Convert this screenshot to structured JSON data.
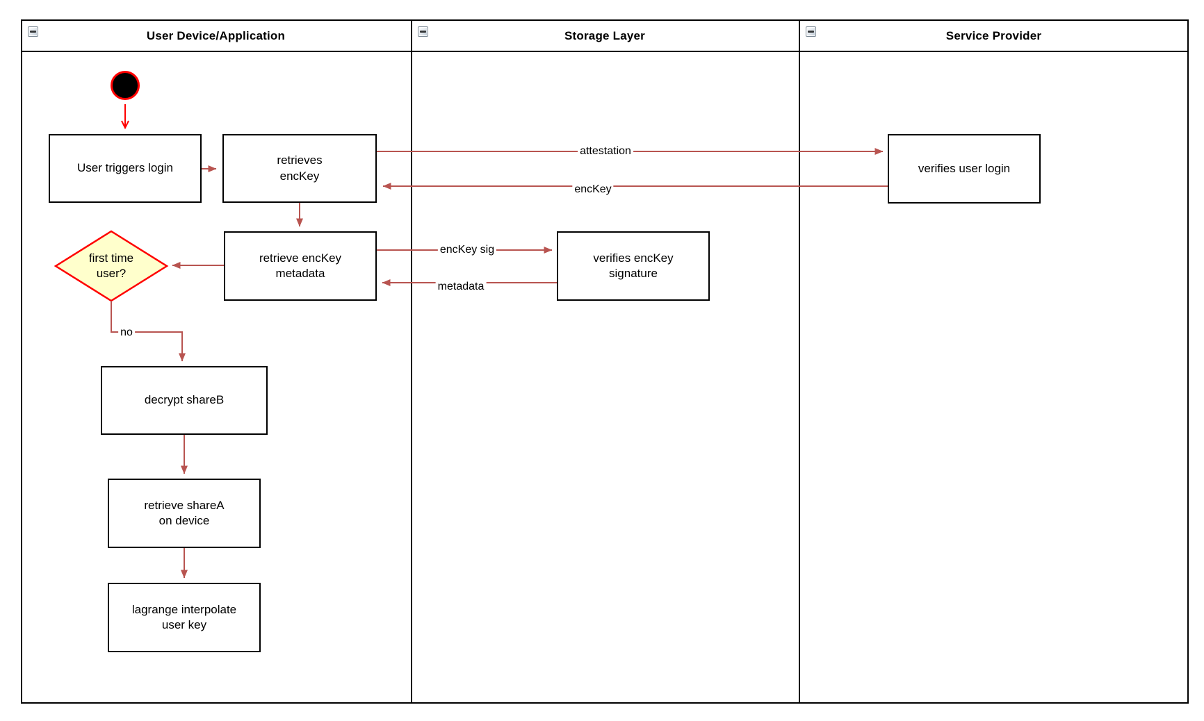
{
  "lanes": [
    {
      "title": "User Device/Application"
    },
    {
      "title": "Storage Layer"
    },
    {
      "title": "Service Provider"
    }
  ],
  "nodes": {
    "start": {
      "type": "initial-node"
    },
    "user_triggers_login": {
      "label": "User triggers login"
    },
    "retrieves_enckey": {
      "label": "retrieves\nencKey"
    },
    "retrieve_enckey_metadata": {
      "label": "retrieve encKey\nmetadata"
    },
    "first_time_user": {
      "label": "first time\nuser?",
      "type": "decision"
    },
    "decrypt_shareb": {
      "label": "decrypt shareB"
    },
    "retrieve_sharea_on_device": {
      "label": "retrieve shareA\non device"
    },
    "lagrange_interpolate_user_key": {
      "label": "lagrange interpolate\nuser key"
    },
    "verifies_enckey_signature": {
      "label": "verifies encKey\nsignature"
    },
    "verifies_user_login": {
      "label": "verifies user login"
    }
  },
  "edges": {
    "attestation": {
      "label": "attestation"
    },
    "enckey": {
      "label": "encKey"
    },
    "enckey_sig": {
      "label": "encKey sig"
    },
    "metadata": {
      "label": "metadata"
    },
    "no": {
      "label": "no"
    }
  },
  "colors": {
    "flow_arrow": "#B85450",
    "highlight": "#FF0000",
    "decision_fill": "#FFFFCC",
    "shape_border": "#000000"
  }
}
